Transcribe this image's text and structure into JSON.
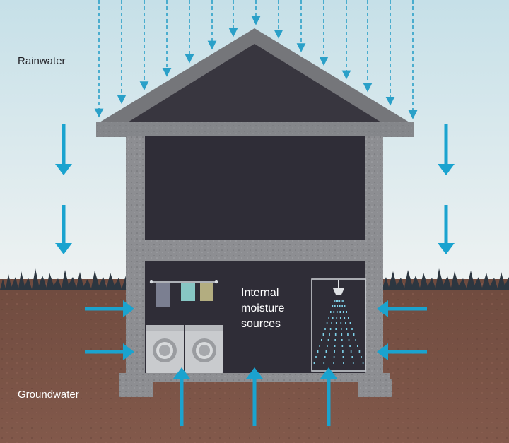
{
  "labels": {
    "rainwater": "Rainwater",
    "groundwater": "Groundwater",
    "internal_line1": "Internal",
    "internal_line2": "moisture",
    "internal_line3": "sources"
  },
  "colors": {
    "sky_top": "#c9e2ea",
    "sky_bottom": "#eaf0f1",
    "soil": "#7a5548",
    "grass": "#2d3740",
    "wall": "#8a8b8f",
    "roof": "#6f7074",
    "interior": "#2f2d37",
    "arrow": "#1aa3cf",
    "rain": "#2aa0c8"
  },
  "icons": [
    "laundry-line-icon",
    "washing-machine-icon",
    "dryer-icon",
    "shower-icon"
  ]
}
